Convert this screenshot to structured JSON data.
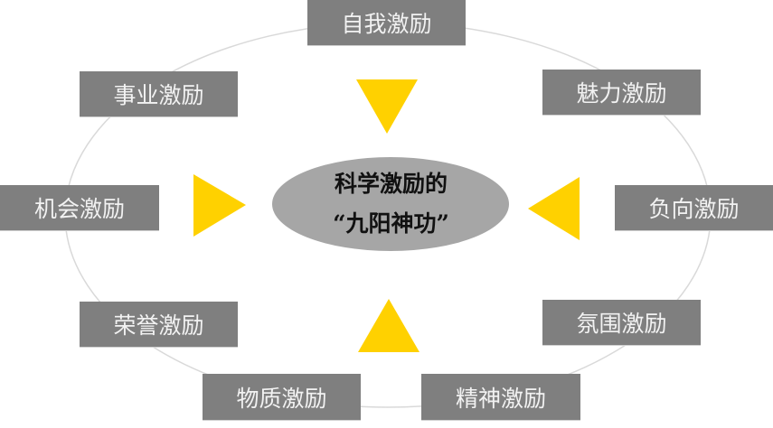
{
  "colors": {
    "box_fill": "#7f7f7f",
    "box_text": "#f2f2f2",
    "center_fill": "#a6a6a6",
    "center_text": "#111111",
    "arrow_fill": "#ffd100",
    "ring_stroke": "#d9d9d9"
  },
  "center": {
    "line1": "科学激励的",
    "line2": "“九阳神功”"
  },
  "nodes": [
    {
      "id": "self",
      "label": "自我激励"
    },
    {
      "id": "career",
      "label": "事业激励"
    },
    {
      "id": "charisma",
      "label": "魅力激励"
    },
    {
      "id": "opportunity",
      "label": "机会激励"
    },
    {
      "id": "negative",
      "label": "负向激励"
    },
    {
      "id": "honor",
      "label": "荣誉激励"
    },
    {
      "id": "atmosphere",
      "label": "氛围激励"
    },
    {
      "id": "material",
      "label": "物质激励"
    },
    {
      "id": "spiritual",
      "label": "精神激励"
    }
  ],
  "arrows": [
    {
      "id": "top",
      "direction": "down"
    },
    {
      "id": "left",
      "direction": "right"
    },
    {
      "id": "right",
      "direction": "left"
    },
    {
      "id": "bottom",
      "direction": "up"
    }
  ]
}
